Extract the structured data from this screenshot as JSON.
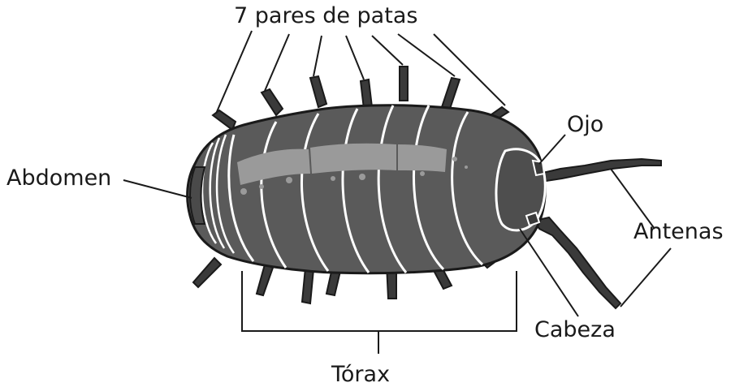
{
  "labels": {
    "legs": "7 pares de patas",
    "eye": "Ojo",
    "abdomen": "Abdomen",
    "antennae": "Antenas",
    "head": "Cabeza",
    "thorax": "Tórax"
  },
  "colors": {
    "body": "#595959",
    "body_dark": "#2e2e2e",
    "highlight": "#9a9a9a",
    "outline": "#1a1a1a",
    "segment_edge": "#ffffff"
  }
}
